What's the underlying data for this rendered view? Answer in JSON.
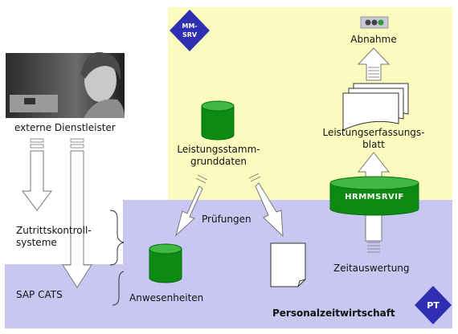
{
  "colors": {
    "mm_area": "#fbfbbf",
    "pt_area": "#c7c7f1",
    "cylinder": "#0d8a12",
    "cylinder_top": "#3fb944",
    "badge": "#2f2fb2",
    "arrow_fill": "#ffffff",
    "arrow_stroke": "#777777"
  },
  "mm_badge": "MM-SRV",
  "pt_badge": "PT",
  "labels": {
    "external": "externe Dienstleister",
    "acceptance": "Abnahme",
    "service_entry_sheet": "Leistungserfassungs-\nblatt",
    "service_master": "Leistungsstamm-\ngrunddaten",
    "interface": "HRMMSRVIF",
    "checks": "Prüfungen",
    "access_control": "Zutrittskontroll-\nsysteme",
    "sap_cats": "SAP CATS",
    "attendances": "Anwesenheiten",
    "time_evaluation": "Zeitauswertung",
    "personnel_time": "Personalzeitwirtschaft"
  },
  "icons": {
    "photo": "person-photo-icon",
    "traffic_light": "traffic-light-icon",
    "documents": "document-stack-icon",
    "page": "document-icon",
    "database": "database-icon"
  }
}
